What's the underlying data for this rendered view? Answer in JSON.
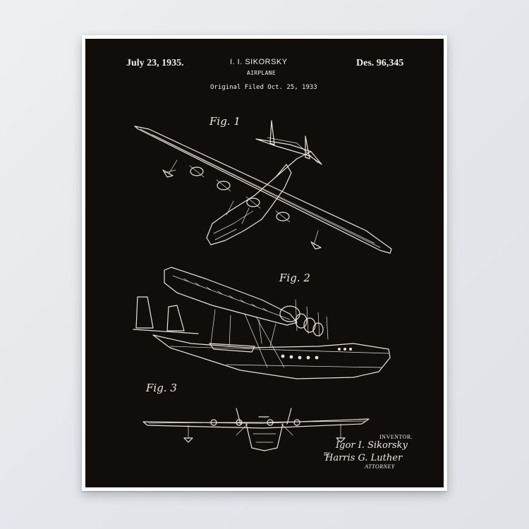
{
  "patent": {
    "date": "July 23, 1935.",
    "inventor_name": "I. I. SIKORSKY",
    "title": "AIRPLANE",
    "filed": "Original Filed Oct. 25, 1933",
    "number": "Des. 96,345"
  },
  "figures": {
    "fig1_label": "Fig. 1",
    "fig2_label": "Fig. 2",
    "fig3_label": "Fig. 3"
  },
  "signatures": {
    "inventor_label": "INVENTOR.",
    "inventor_signature": "Igor I. Sikorsky",
    "by_label": "BY",
    "attorney_signature": "Harris G. Luther",
    "attorney_label": "ATTORNEY"
  },
  "colors": {
    "wall": "#e6e9ec",
    "frame": "#ffffff",
    "poster_background": "#110d0a",
    "ink": "#e8e4dc"
  }
}
